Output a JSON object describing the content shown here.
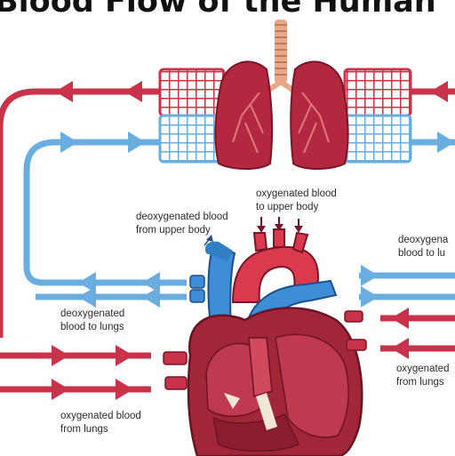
{
  "title": "Blood Flow of the Human",
  "labels": {
    "deoxy_upper_1": "deoxygenated blood",
    "deoxy_upper_2": "from upper body",
    "oxy_upper_1": "oxygenated blood",
    "oxy_upper_2": "to upper body",
    "deoxy_lungs_left_1": "deoxygenated",
    "deoxy_lungs_left_2": "blood to lungs",
    "oxy_lungs_left_1": "oxygenated blood",
    "oxy_lungs_left_2": "from lungs",
    "deoxy_right_1": "deoxygena",
    "deoxy_right_2": "blood to lu",
    "oxy_right_1": "oxygenated",
    "oxy_right_2": "from lungs"
  },
  "colors": {
    "oxygenated": "#c8334a",
    "deoxygenated": "#6aaee0",
    "lung": "#b3283f",
    "heart_muscle": "#a12638",
    "aorta": "#d93a4e",
    "vena_cava": "#3d8ed6",
    "arrow_label": "#2a4d8c"
  }
}
